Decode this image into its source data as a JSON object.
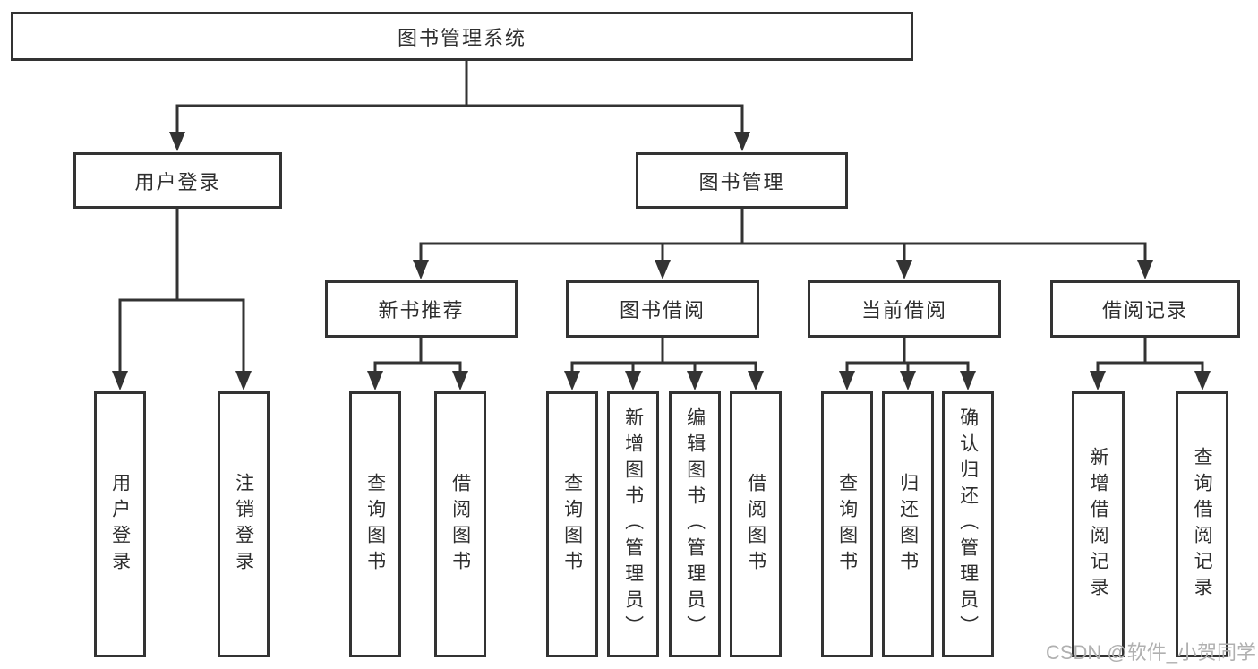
{
  "colors": {
    "line": "#333333",
    "text": "#2e2e2e",
    "background": "#ffffff",
    "watermark": "#b0b0b0"
  },
  "tree": {
    "root": "图书管理系统",
    "children": [
      {
        "label": "用户登录",
        "children": [
          {
            "label": "用户登录"
          },
          {
            "label": "注销登录"
          }
        ]
      },
      {
        "label": "图书管理",
        "children": [
          {
            "label": "新书推荐",
            "children": [
              {
                "label": "查询图书"
              },
              {
                "label": "借阅图书"
              }
            ]
          },
          {
            "label": "图书借阅",
            "children": [
              {
                "label": "查询图书"
              },
              {
                "label": "新增图书（管理员）"
              },
              {
                "label": "编辑图书（管理员）"
              },
              {
                "label": "借阅图书"
              }
            ]
          },
          {
            "label": "当前借阅",
            "children": [
              {
                "label": "查询图书"
              },
              {
                "label": "归还图书"
              },
              {
                "label": "确认归还（管理员）"
              }
            ]
          },
          {
            "label": "借阅记录",
            "children": [
              {
                "label": "新增借阅记录"
              },
              {
                "label": "查询借阅记录"
              }
            ]
          }
        ]
      }
    ]
  },
  "watermark": {
    "text": "CSDN @软件_小贺同学"
  }
}
